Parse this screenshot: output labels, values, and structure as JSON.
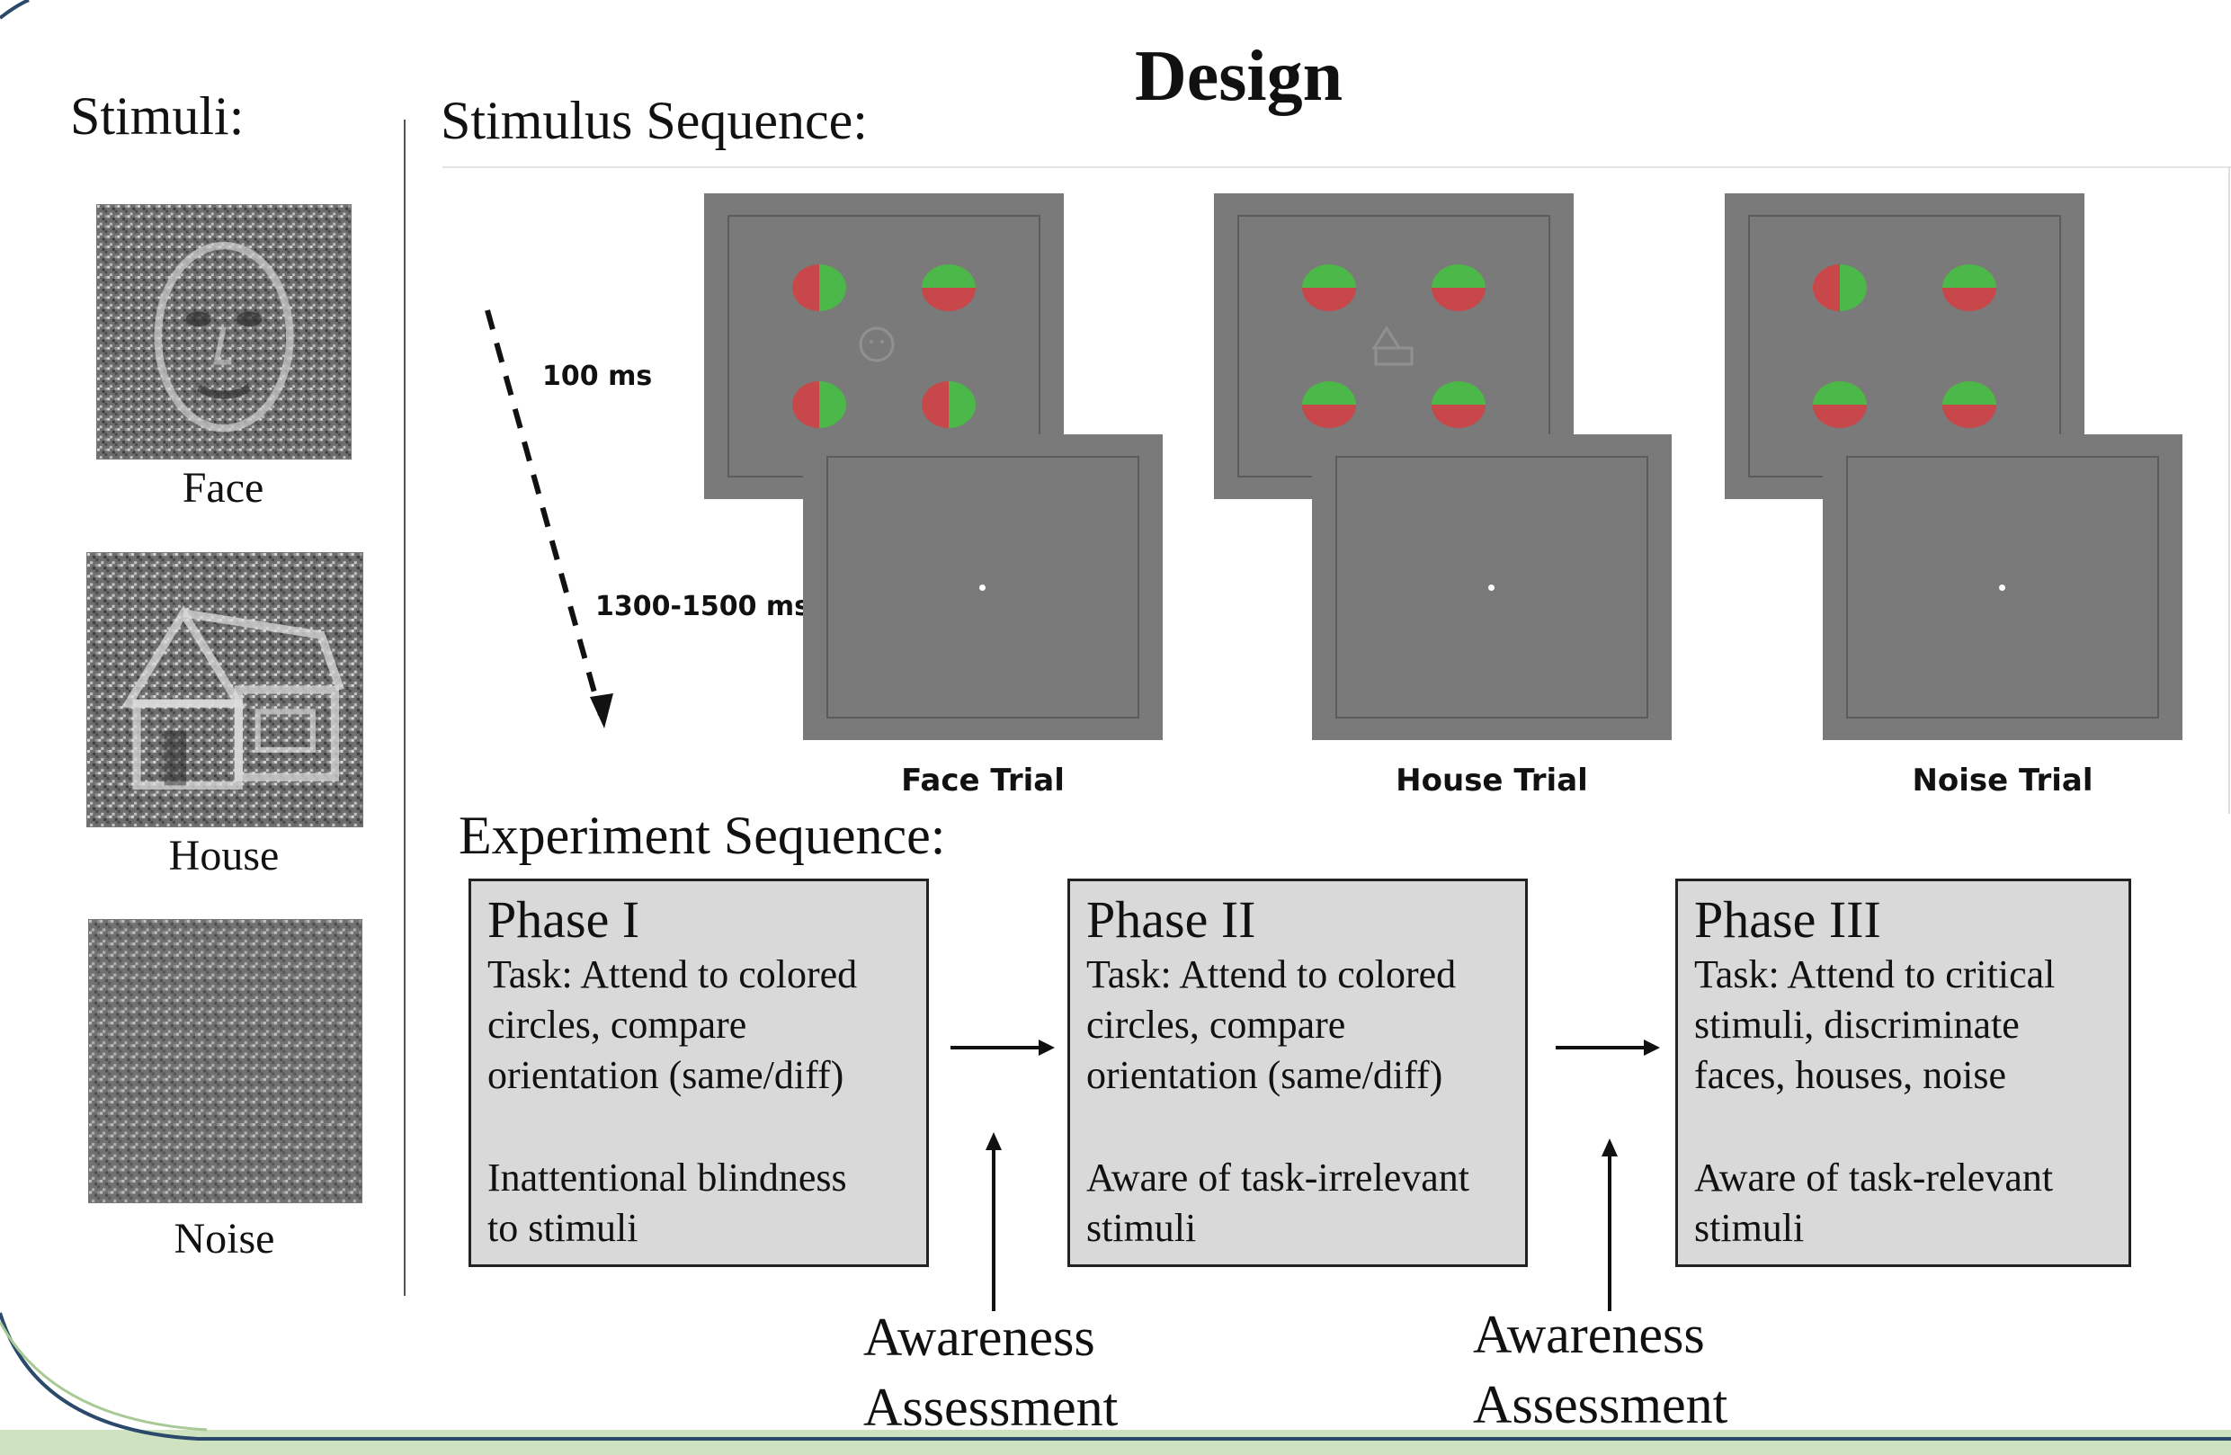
{
  "title": "Design",
  "stimuli": {
    "heading": "Stimuli:",
    "items": [
      {
        "label": "Face",
        "icon": "face-stimulus-image"
      },
      {
        "label": "House",
        "icon": "house-stimulus-image"
      },
      {
        "label": "Noise",
        "icon": "noise-stimulus-image"
      }
    ]
  },
  "stimulus_sequence": {
    "heading": "Stimulus Sequence:",
    "timing": {
      "first": "100 ms",
      "second": "1300-1500 ms"
    },
    "trials": [
      {
        "label": "Face Trial"
      },
      {
        "label": "House Trial"
      },
      {
        "label": "Noise Trial"
      }
    ]
  },
  "experiment_sequence": {
    "heading": "Experiment Sequence:",
    "phases": [
      {
        "title": "Phase I",
        "lines": [
          "Task: Attend to colored",
          "circles, compare",
          "orientation (same/diff)",
          "",
          "Inattentional blindness",
          "to stimuli"
        ]
      },
      {
        "title": "Phase II",
        "lines": [
          "Task: Attend to colored",
          "circles, compare",
          "orientation (same/diff)",
          "",
          "Aware of task-irrelevant",
          "stimuli"
        ]
      },
      {
        "title": "Phase III",
        "lines": [
          "Task: Attend to critical",
          "stimuli, discriminate",
          "faces, houses, noise",
          "",
          "Aware of task-relevant",
          "stimuli"
        ]
      }
    ],
    "assessments": [
      {
        "line1": "Awareness",
        "line2": "Assessment"
      },
      {
        "line1": "Awareness",
        "line2": "Assessment"
      }
    ]
  },
  "colors": {
    "red": "#c8474a",
    "green": "#4cb849",
    "screen": "#7a7a7a",
    "phase_box": "#d9d9d9",
    "border_green": "#b8d4a8",
    "frame_navy": "#1e3a5f"
  }
}
